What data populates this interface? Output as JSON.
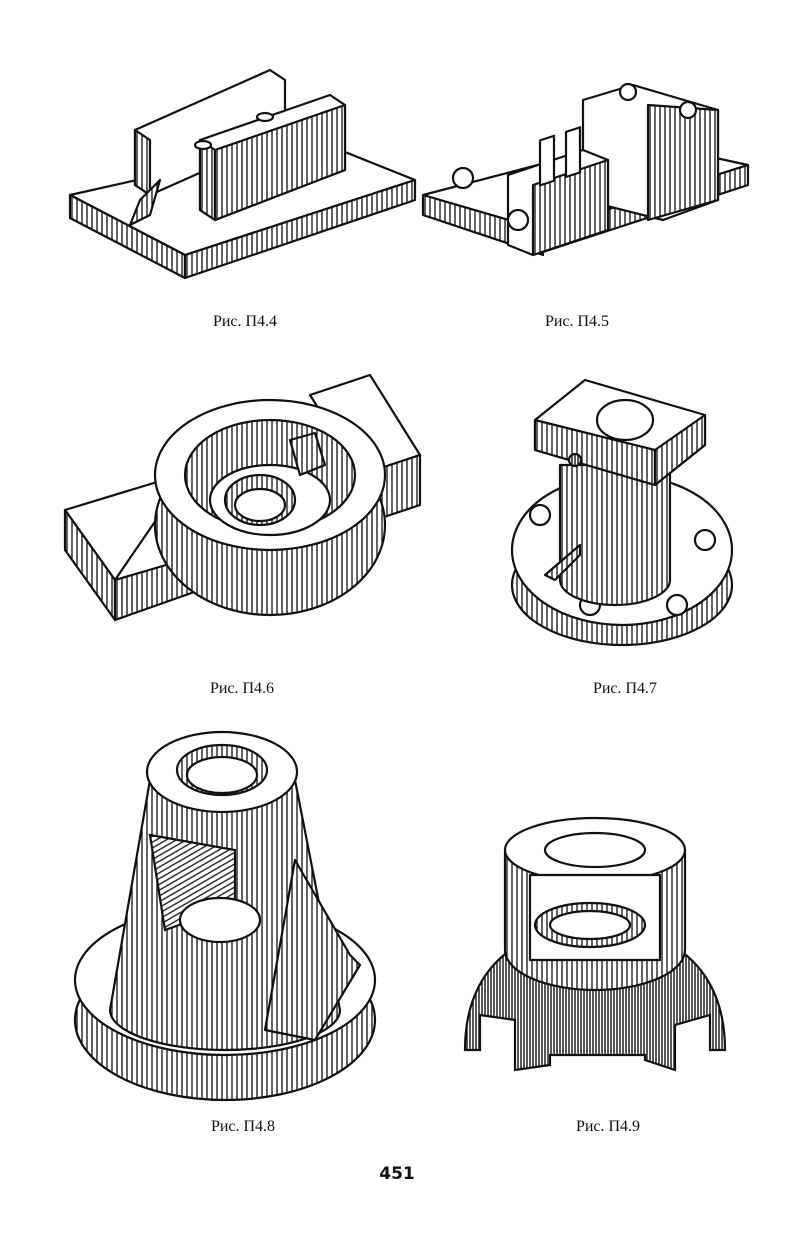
{
  "figures": [
    {
      "caption": "Рис. П4.4"
    },
    {
      "caption": "Рис. П4.5"
    },
    {
      "caption": "Рис. П4.6"
    },
    {
      "caption": "Рис. П4.7"
    },
    {
      "caption": "Рис. П4.8"
    },
    {
      "caption": "Рис. П4.9"
    }
  ],
  "page_number": "451"
}
